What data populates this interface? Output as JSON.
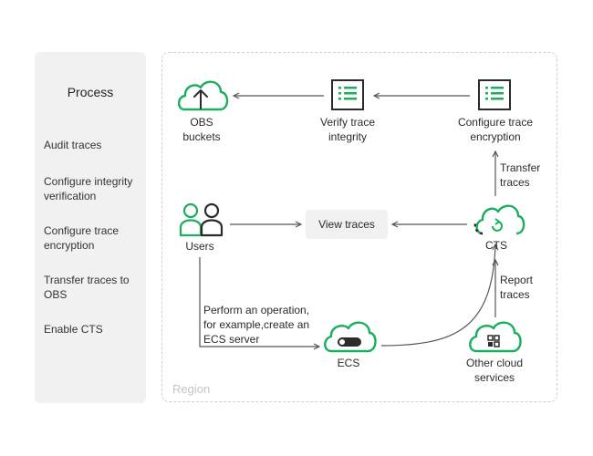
{
  "sidebar": {
    "title": "Process",
    "items": [
      "Audit traces",
      "Configure integrity verification",
      "Configure trace encryption",
      "Transfer traces to OBS",
      "Enable CTS"
    ]
  },
  "region": {
    "label": "Region"
  },
  "nodes": {
    "obs": "OBS\nbuckets",
    "verify": "Verify trace\nintegrity",
    "configure_enc": "Configure trace\nencryption",
    "users": "Users",
    "view_traces": "View traces",
    "cts": "CTS",
    "ecs": "ECS",
    "other_cloud": "Other cloud\nservices"
  },
  "edges": {
    "transfer_traces": "Transfer\ntraces",
    "report_traces": "Report\ntraces",
    "perform_operation": "Perform an operation,\nfor example,create an\nECS server"
  },
  "colors": {
    "accent": "#1aae5e",
    "dark": "#2b2b2b",
    "line": "#555555",
    "panel": "#f1f1f1",
    "dashed": "#cfcfcf"
  }
}
